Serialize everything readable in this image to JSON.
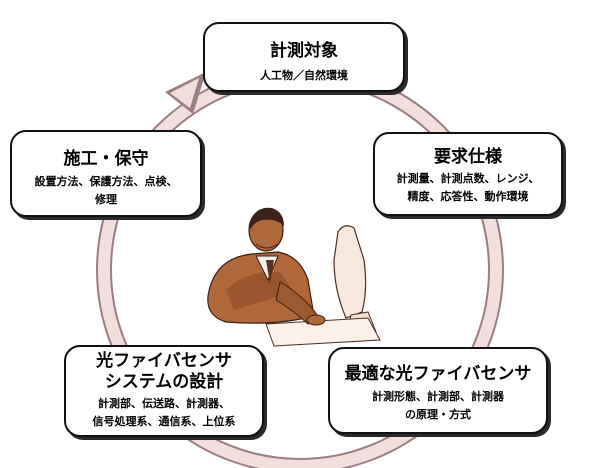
{
  "cycle": {
    "top": {
      "title": "計測対象",
      "sub": "人工物／自然環境"
    },
    "right": {
      "title": "要求仕様",
      "sub": "計測量、計測点数、レンジ、\n精度、応答性、動作環境"
    },
    "bottom_right": {
      "title": "最適な光ファイバセンサ",
      "sub": "計測形態、計測部、計測器\nの原理・方式"
    },
    "bottom_left": {
      "title": "光ファイバセンサ\nシステムの設計",
      "sub": "計測部、伝送路、計測器、\n信号処理系、通信系、上位系"
    },
    "left": {
      "title": "施工・保守",
      "sub": "設置方法、保護方法、点検、\n修理"
    }
  },
  "colors": {
    "ring_fill": "#f1dedd",
    "ring_stroke": "#9a7e80",
    "box_border": "#111111",
    "skin": "#b0683a"
  },
  "icons": {
    "center": "person-at-computer-clipart"
  }
}
